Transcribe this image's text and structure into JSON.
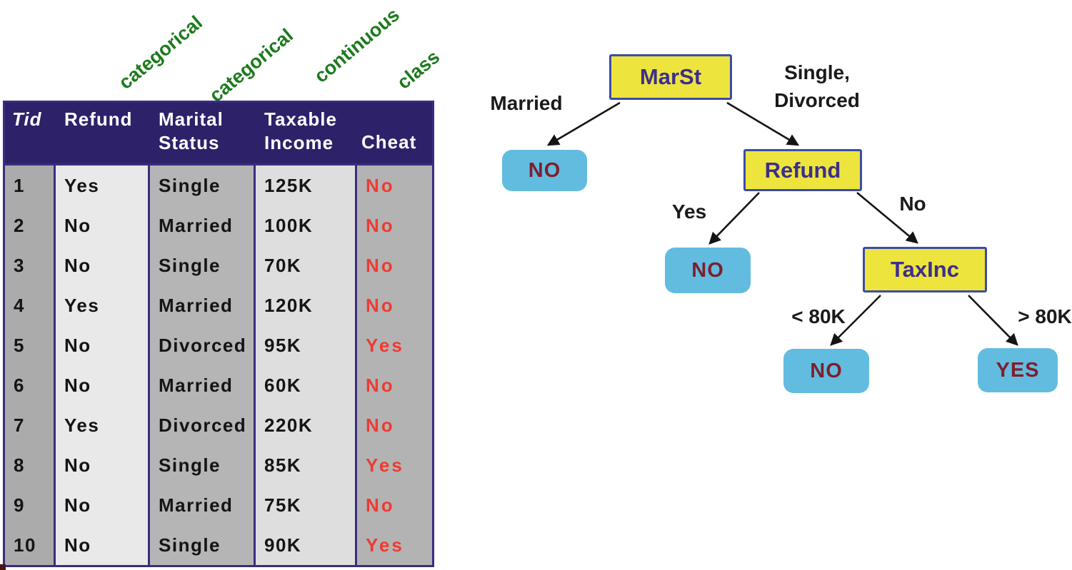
{
  "annotations": {
    "labels": [
      {
        "text": "categorical"
      },
      {
        "text": "categorical"
      },
      {
        "text": "continuous"
      },
      {
        "text": "class"
      }
    ],
    "label_color": "#1d7a1d"
  },
  "table": {
    "headers": {
      "tid": "Tid",
      "refund": "Refund",
      "marital": "Marital Status",
      "income": "Taxable Income",
      "cheat": "Cheat"
    },
    "rows": [
      {
        "tid": "1",
        "refund": "Yes",
        "marital": "Single",
        "income": "125K",
        "cheat": "No"
      },
      {
        "tid": "2",
        "refund": "No",
        "marital": "Married",
        "income": "100K",
        "cheat": "No"
      },
      {
        "tid": "3",
        "refund": "No",
        "marital": "Single",
        "income": "70K",
        "cheat": "No"
      },
      {
        "tid": "4",
        "refund": "Yes",
        "marital": "Married",
        "income": "120K",
        "cheat": "No"
      },
      {
        "tid": "5",
        "refund": "No",
        "marital": "Divorced",
        "income": "95K",
        "cheat": "Yes"
      },
      {
        "tid": "6",
        "refund": "No",
        "marital": "Married",
        "income": "60K",
        "cheat": "No"
      },
      {
        "tid": "7",
        "refund": "Yes",
        "marital": "Divorced",
        "income": "220K",
        "cheat": "No"
      },
      {
        "tid": "8",
        "refund": "No",
        "marital": "Single",
        "income": "85K",
        "cheat": "Yes"
      },
      {
        "tid": "9",
        "refund": "No",
        "marital": "Married",
        "income": "75K",
        "cheat": "No"
      },
      {
        "tid": "10",
        "refund": "No",
        "marital": "Single",
        "income": "90K",
        "cheat": "Yes"
      }
    ],
    "colors": {
      "header_bg": "#2d2269",
      "border": "#3b2c80",
      "cheat_text": "#ee3b33"
    }
  },
  "tree": {
    "nodes": {
      "marst": "MarSt",
      "refund": "Refund",
      "taxinc": "TaxInc"
    },
    "leaves": {
      "married_no": "NO",
      "refund_yes_no": "NO",
      "taxinc_low_no": "NO",
      "taxinc_high_yes": "YES"
    },
    "edge_labels": {
      "married": "Married",
      "single_divorced": "Single, Divorced",
      "yes": "Yes",
      "no": "No",
      "low": "< 80K",
      "high": "> 80K"
    },
    "colors": {
      "node_fill": "#ede53e",
      "node_border": "#3c4ca6",
      "node_text": "#3d2e8c",
      "leaf_fill": "#62bce0",
      "leaf_text": "#7e1f2d",
      "edge_line": "#141414"
    }
  }
}
